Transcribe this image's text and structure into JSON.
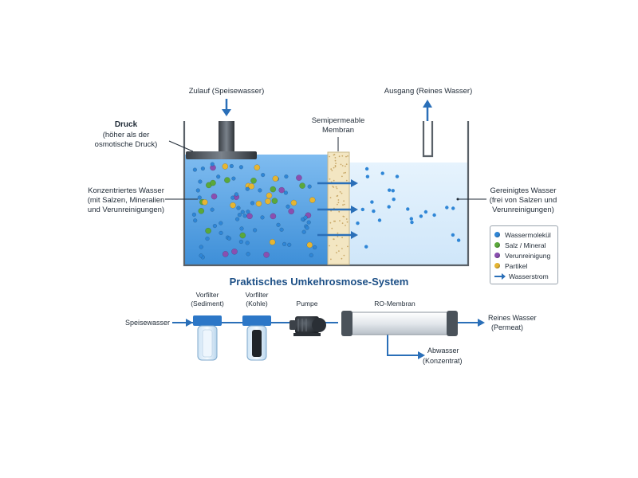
{
  "membrane_diagram": {
    "inlet_label": "Zulauf (Speisewasser)",
    "outlet_label": "Ausgang (Reines Wasser)",
    "membrane_label_line1": "Semipermeable",
    "membrane_label_line2": "Membran",
    "pressure_title": "Druck",
    "pressure_sub1": "(höher als der",
    "pressure_sub2": "osmotische Druck)",
    "concentrate_line1": "Konzentriertes Wasser",
    "concentrate_line2": "(mit Salzen, Mineralien",
    "concentrate_line3": "und Verunreinigungen)",
    "purified_line1": "Gereinigtes Wasser",
    "purified_line2": "(frei von Salzen und",
    "purified_line3": "Verunreinigungen)"
  },
  "legend": {
    "items": [
      {
        "label": "Wassermolekül",
        "color": "#2f86d6"
      },
      {
        "label": "Salz / Mineral",
        "color": "#5aa83a"
      },
      {
        "label": "Verunreinigung",
        "color": "#8a4fb0"
      },
      {
        "label": "Partikel",
        "color": "#e6b532"
      }
    ],
    "flow_label": "Wasserstrom"
  },
  "system": {
    "title": "Praktisches Umkehrosmose-System",
    "feed_label": "Speisewasser",
    "prefilter1_line1": "Vorfilter",
    "prefilter1_line2": "(Sediment)",
    "prefilter2_line1": "Vorfilter",
    "prefilter2_line2": "(Kohle)",
    "pump_label": "Pumpe",
    "ro_label": "RO-Membran",
    "pure_line1": "Reines Wasser",
    "pure_line2": "(Permeat)",
    "waste_line1": "Abwasser",
    "waste_line2": "(Konzentrat)"
  },
  "colors": {
    "water_dark": "#5aa3e4",
    "water_light": "#d8ecfb",
    "flow_arrow": "#2a6fb8",
    "membrane": "#f3e6c2",
    "title_blue": "#1c4f86"
  }
}
